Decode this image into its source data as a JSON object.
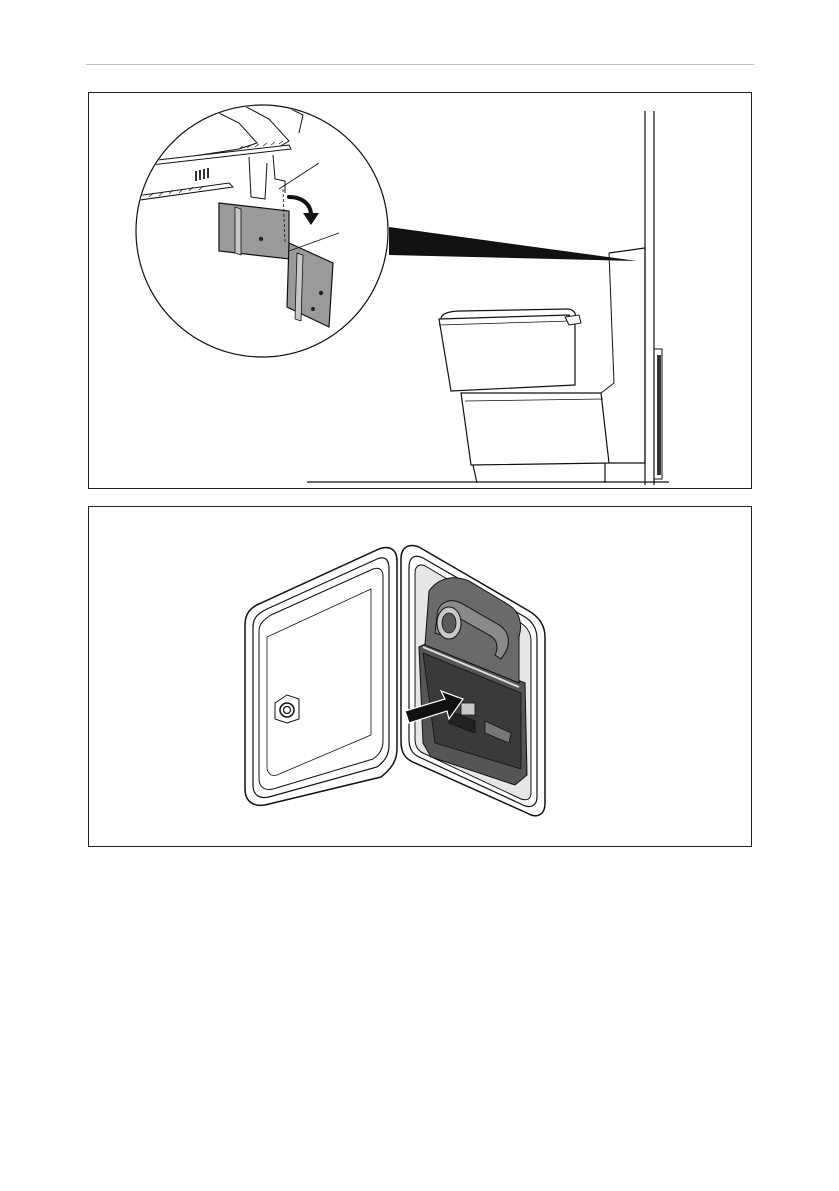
{
  "page": {
    "figures": [
      {
        "id": "figure-1",
        "illustration": "toilet-cassette-holder-detail"
      },
      {
        "id": "figure-2",
        "illustration": "service-door-cassette-insertion"
      }
    ]
  },
  "colors": {
    "line": "#111111",
    "gray_fill": "#9a9a9a",
    "dark_fill": "#3a3a3a",
    "light_fill": "#c8c8c8",
    "rule": "#bdbdbd"
  },
  "icons": [
    "rotate-arrow-icon",
    "push-arrow-icon"
  ]
}
